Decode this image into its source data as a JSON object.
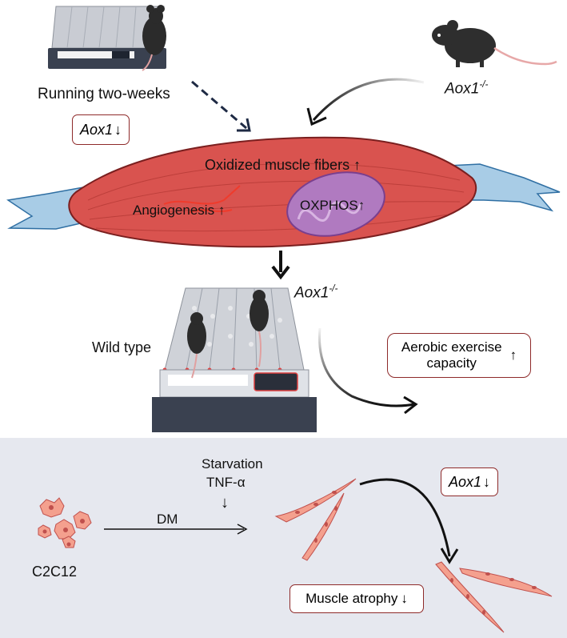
{
  "top": {
    "running_label": "Running two-weeks",
    "running_gene": "Aox1",
    "running_gene_change": "↓",
    "ko_gene": "Aox1",
    "ko_genotype": "-/-"
  },
  "muscle": {
    "oxidized": "Oxidized muscle fibers",
    "oxidized_change": "↑",
    "angiogenesis": "Angiogenesis",
    "angiogenesis_change": "↑",
    "oxphos": "OXPHOS",
    "oxphos_change": "↑"
  },
  "treadmill": {
    "wild_type": "Wild type",
    "ko_gene": "Aox1",
    "ko_genotype": "-/-",
    "outcome_line1": "Aerobic exercise",
    "outcome_line2": "capacity",
    "outcome_change": "↑"
  },
  "invitro": {
    "cell_line": "C2C12",
    "dm": "DM",
    "starvation": "Starvation",
    "tnf": "TNF-α",
    "treatment_arrow": "↓",
    "gene": "Aox1",
    "gene_change": "↓",
    "atrophy": "Muscle atrophy",
    "atrophy_change": "↓"
  },
  "colors": {
    "muscle_red": "#d9534f",
    "tendon_blue": "#a8cce6",
    "mito_purple": "#b07ac0",
    "panel_bg": "#e6e8ef",
    "box_border": "#8e2a2a",
    "cell_pink": "#f4a08e"
  }
}
